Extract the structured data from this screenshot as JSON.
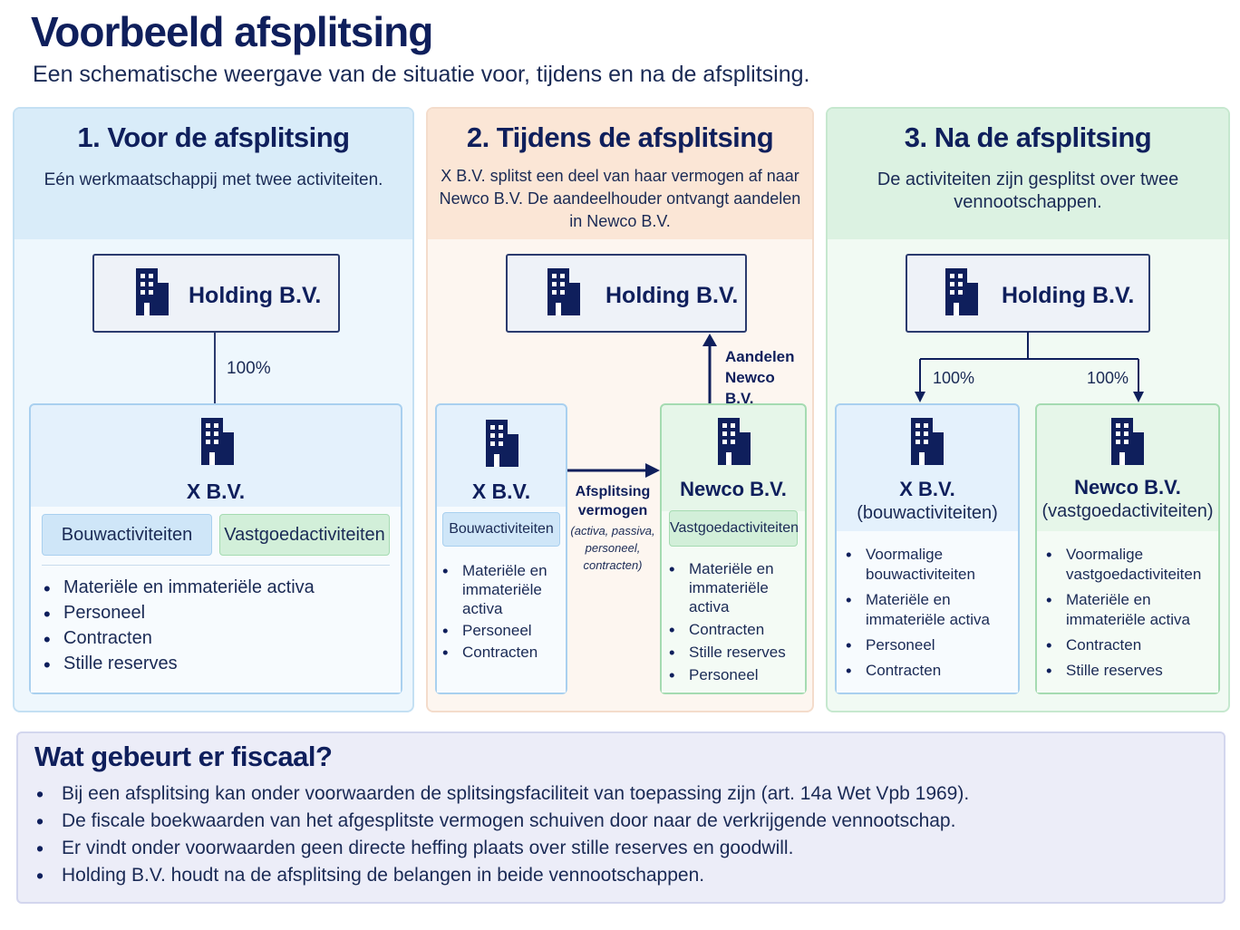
{
  "header": {
    "title": "Voorbeeld afsplitsing",
    "subtitle": "Een schematische weergave van de situatie voor, tijdens en na de afsplitsing."
  },
  "panel1": {
    "title": "1. Voor de afsplitsing",
    "description": "Eén werkmaatschappij met twee activiteiten.",
    "holding": "Holding B.V.",
    "percentage": "100%",
    "company": "X B.V.",
    "tags": [
      "Bouwactiviteiten",
      "Vastgoedactiviteiten"
    ],
    "items": [
      "Materiële en immateriële activa",
      "Personeel",
      "Contracten",
      "Stille reserves"
    ]
  },
  "panel2": {
    "title": "2. Tijdens de afsplitsing",
    "description": "X B.V. splitst een deel van haar vermogen af naar Newco B.V. De aandeelhouder ontvangt aandelen in Newco B.V.",
    "holding": "Holding B.V.",
    "shares_label": [
      "Aandelen",
      "Newco B.V."
    ],
    "transfer_label": [
      "Afsplitsing",
      "vermogen"
    ],
    "transfer_note": [
      "(activa, passiva,",
      "personeel,",
      "contracten)"
    ],
    "left": {
      "company": "X B.V.",
      "tag": "Bouwactiviteiten",
      "items": [
        "Materiële en immateriële activa",
        "Personeel",
        "Contracten"
      ]
    },
    "right": {
      "company": "Newco B.V.",
      "tag": "Vastgoedactiviteiten",
      "items": [
        "Materiële en immateriële activa",
        "Contracten",
        "Stille reserves",
        "Personeel"
      ]
    }
  },
  "panel3": {
    "title": "3. Na de afsplitsing",
    "description": "De activiteiten zijn gesplitst over twee vennootschappen.",
    "holding": "Holding B.V.",
    "pct_left": "100%",
    "pct_right": "100%",
    "left": {
      "company": "X B.V.",
      "sub": "(bouwactiviteiten)",
      "items": [
        "Voormalige bouwactiviteiten",
        "Materiële en immateriële activa",
        "Personeel",
        "Contracten"
      ]
    },
    "right": {
      "company": "Newco B.V.",
      "sub": "(vastgoedactiviteiten)",
      "items": [
        "Voormalige vastgoedactiviteiten",
        "Materiële en immateriële activa",
        "Contracten",
        "Stille reserves"
      ]
    }
  },
  "fiscal": {
    "title": "Wat gebeurt er fiscaal?",
    "items": [
      "Bij een afsplitsing kan onder voorwaarden de splitsingsfaciliteit van toepassing zijn (art. 14a Wet Vpb 1969).",
      "De fiscale boekwaarden van het afgesplitste vermogen schuiven door naar de verkrijgende vennootschap.",
      "Er vindt onder voorwaarden geen directe heffing plaats over stille reserves en goodwill.",
      "Holding B.V. houdt na de afsplitsing de belangen in beide vennootschappen."
    ]
  },
  "colors": {
    "navy": "#0f1f5c",
    "blue_panel": "#eef7fd",
    "orange_panel": "#fdf6f0",
    "green_panel": "#f1faf3"
  },
  "icons": [
    "building-icon",
    "arrow-right-icon",
    "arrow-up-icon",
    "arrow-down-icon"
  ]
}
